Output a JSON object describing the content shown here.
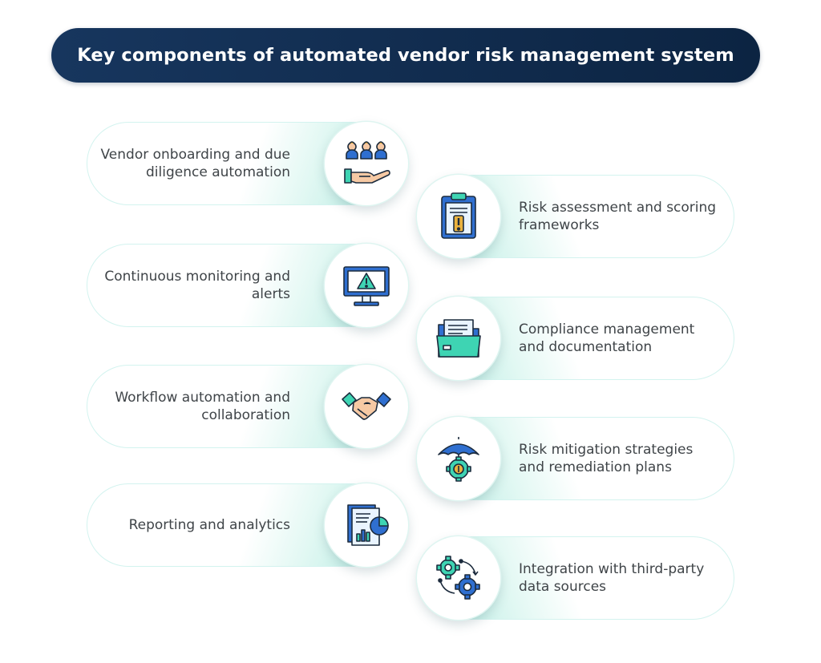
{
  "title": "Key components of automated vendor risk management system",
  "items": [
    {
      "label": "Vendor onboarding and due diligence automation",
      "icon": "vendor-onboarding-icon",
      "side": "left"
    },
    {
      "label": "Risk assessment and scoring frameworks",
      "icon": "clipboard-alert-icon",
      "side": "right"
    },
    {
      "label": "Continuous monitoring and alerts",
      "icon": "monitor-alert-icon",
      "side": "left"
    },
    {
      "label": "Compliance management and documentation",
      "icon": "folder-documents-icon",
      "side": "right"
    },
    {
      "label": "Workflow automation and collaboration",
      "icon": "handshake-icon",
      "side": "left"
    },
    {
      "label": "Risk mitigation strategies and remediation plans",
      "icon": "umbrella-gear-icon",
      "side": "right"
    },
    {
      "label": "Reporting and analytics",
      "icon": "report-chart-icon",
      "side": "left"
    },
    {
      "label": "Integration with third-party data sources",
      "icon": "gears-integration-icon",
      "side": "right"
    }
  ],
  "colors": {
    "banner": "#17365e",
    "accent_teal": "#3ed4b3",
    "icon_blue": "#2f6fd0",
    "icon_outline": "#1c2b3d",
    "text": "#3f4448"
  }
}
